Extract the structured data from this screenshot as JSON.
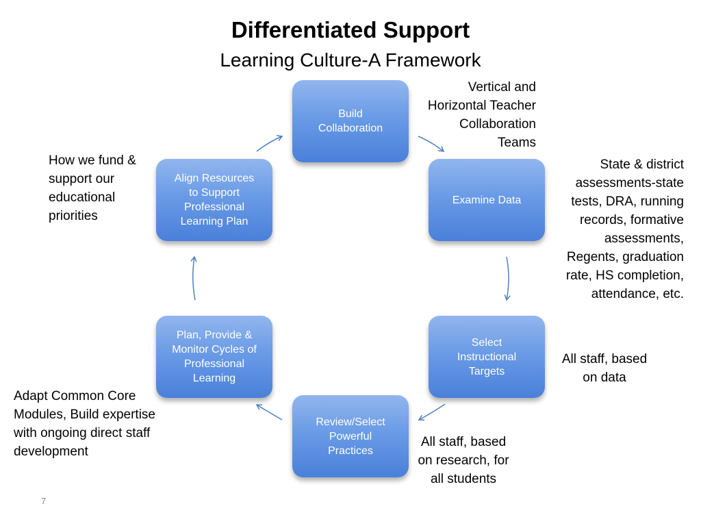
{
  "title": "Differentiated Support",
  "subtitle": "Learning Culture-A Framework",
  "boxes": {
    "build": "Build\nCollaboration",
    "examine": "Examine Data",
    "select": "Select\nInstructional\nTargets",
    "review": "Review/Select\nPowerful\nPractices",
    "plan": "Plan, Provide &\nMonitor Cycles of\nProfessional\nLearning",
    "align": "Align Resources\nto Support\nProfessional\nLearning Plan"
  },
  "notes": {
    "vertical": "Vertical and\nHorizontal Teacher\nCollaboration\nTeams",
    "state": "State & district\nassessments-state\ntests, DRA, running\nrecords, formative\nassessments,\nRegents, graduation\nrate, HS completion,\nattendance, etc.",
    "all_staff_data": "All staff, based\non data",
    "all_staff_research": "All staff, based\non research, for\nall students",
    "adapt": "Adapt Common Core\nModules, Build expertise\nwith ongoing direct staff\ndevelopment",
    "fund": "How we fund &\nsupport our\neducational\npriorities"
  },
  "page_number": "7",
  "colors": {
    "box_top": "#92b6ee",
    "box_bottom": "#4a80da",
    "arrow": "#4f7fbf"
  }
}
